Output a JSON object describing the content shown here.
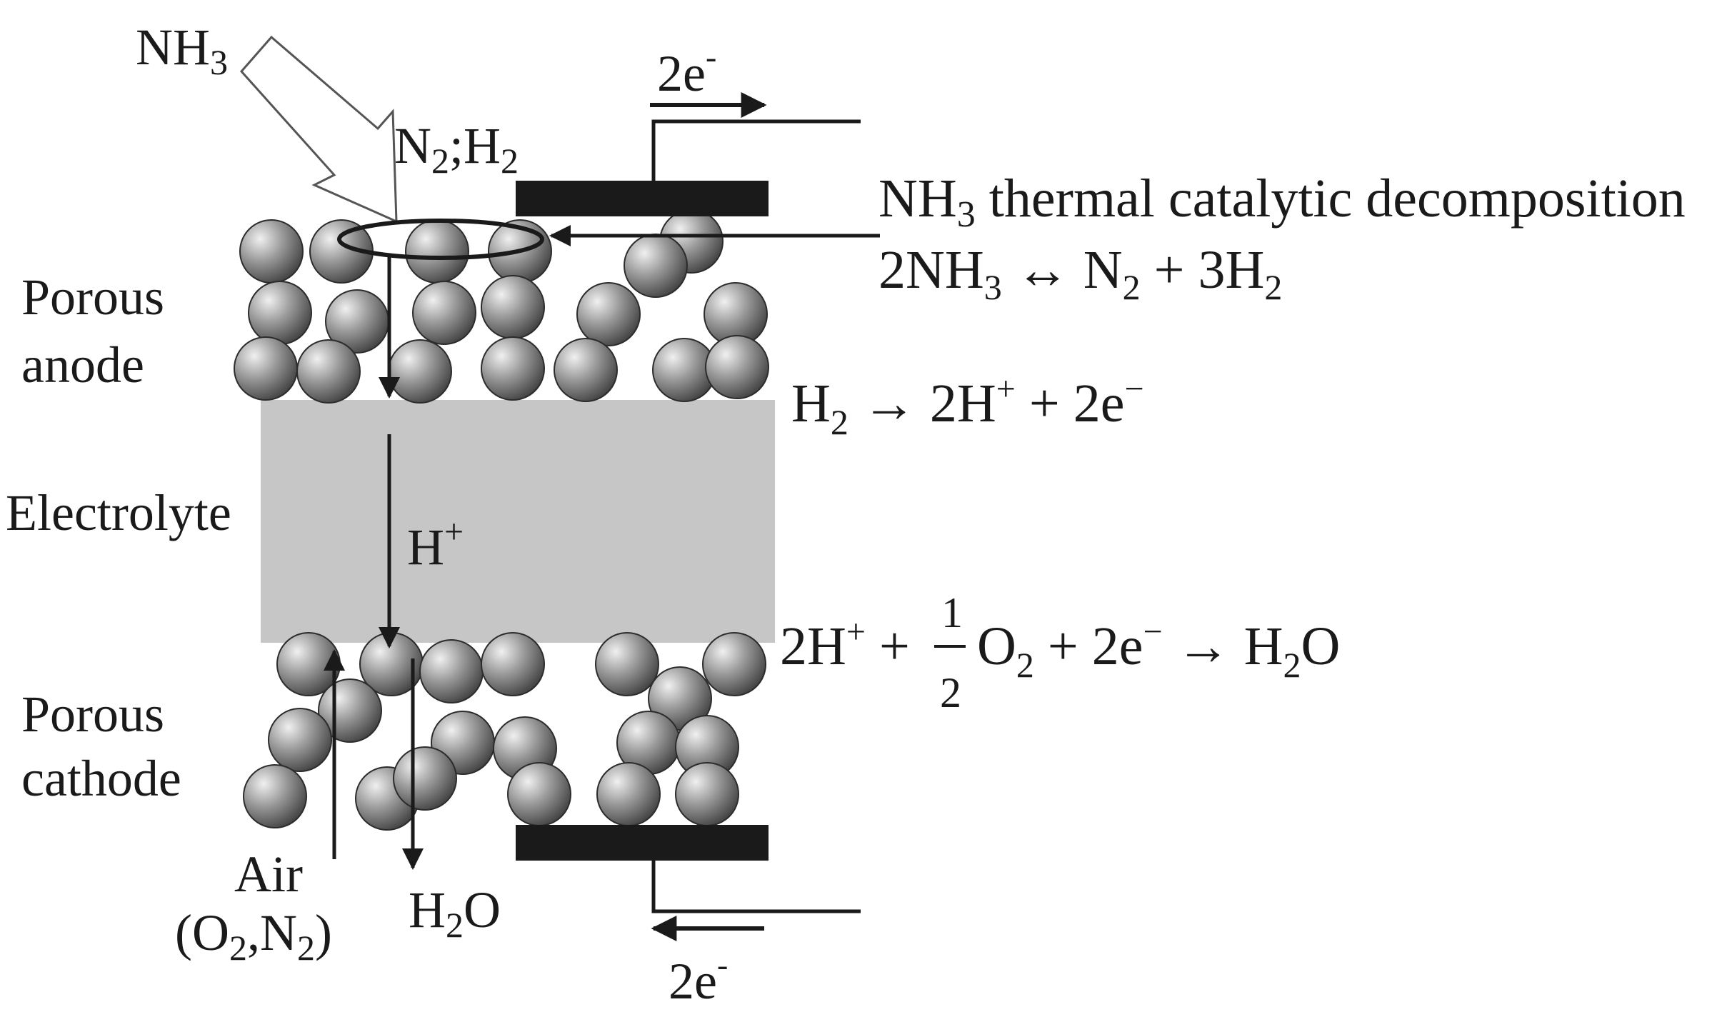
{
  "inputs": {
    "fuel_base": "NH",
    "fuel_sub": "3",
    "products_n": "N",
    "products_n_sub": "2",
    "products_sep": ";H",
    "products_h_sub": "2"
  },
  "circuit": {
    "electrons_top_num": "2e",
    "electrons_top_sup": "-",
    "electrons_bottom_num": "2e",
    "electrons_bottom_sup": "-"
  },
  "decomposition": {
    "title_base": "NH",
    "title_sub": "3",
    "title_rest": " thermal catalytic decomposition",
    "eq_a": "2NH",
    "eq_a_sub": "3",
    "eq_arrow": " ↔ N",
    "eq_b_sub": "2",
    "eq_c": " + 3H",
    "eq_c_sub": "2"
  },
  "anode_reaction": {
    "h": "H",
    "h_sub": "2",
    "arrow": "  → 2H",
    "sup_plus": "+",
    "rest": " + 2e",
    "sup_minus": "−"
  },
  "cathode_reaction": {
    "a": "2H",
    "a_sup": "+",
    "plus": " +",
    "frac_num": "1",
    "frac_den": "2",
    "o": "O",
    "o_sub": "2",
    "mid": " + 2e",
    "mid_sup": "−",
    "arrow": " → H",
    "water_sub": "2",
    "water_end": "O"
  },
  "layers": {
    "anode_line1": "Porous",
    "anode_line2": "anode",
    "electrolyte": "Electrolyte",
    "cathode_line1": "Porous",
    "cathode_line2": "cathode"
  },
  "ion": {
    "base": "H",
    "sup": "+"
  },
  "air": {
    "line1": "Air",
    "line2_open": "(O",
    "line2_sub1": "2",
    "line2_mid": ",N",
    "line2_sub2": "2",
    "line2_close": ")"
  },
  "water_out": {
    "h": "H",
    "sub": "2",
    "o": "O"
  },
  "colors": {
    "electrolyte": "#c6c6c6",
    "electrode_bar": "#1a1a1a",
    "ink": "#1a1a1a",
    "particle_light": "#e8e8e8",
    "particle_dark": "#3a3a3a"
  }
}
